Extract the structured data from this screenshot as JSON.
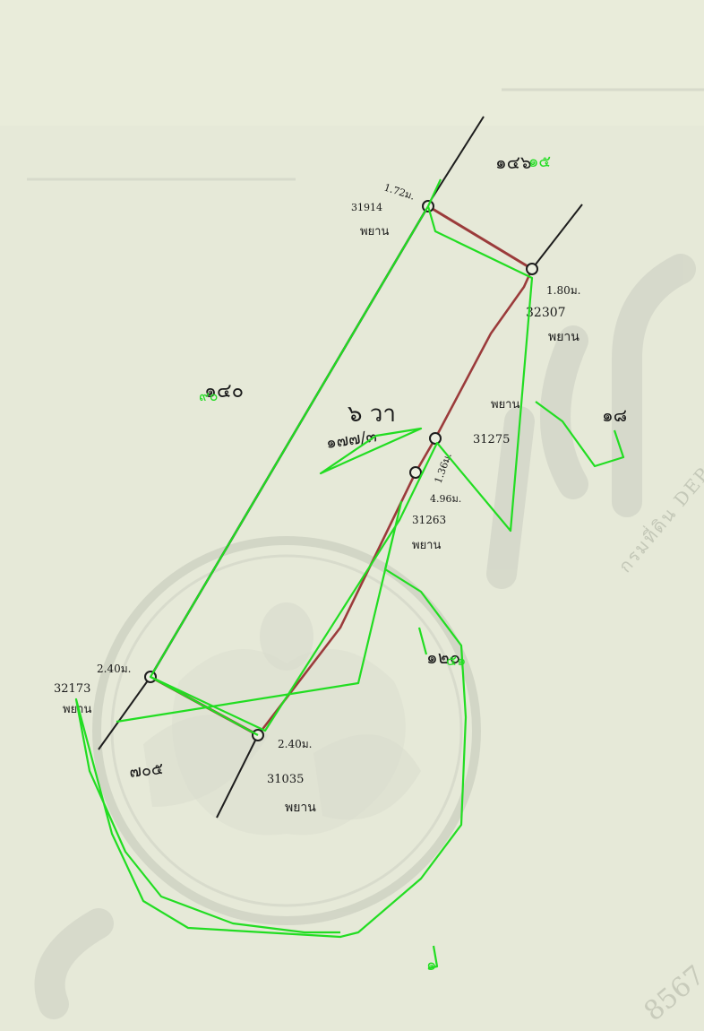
{
  "document": {
    "kind": "cadastral land survey sketch",
    "watermark_text": "กรมที่ดิน DEPARTMENT OF LANDS",
    "stamp_number": "8567",
    "colors": {
      "paper": "#e6e9d8",
      "ink": "#1a1a1a",
      "boundary_red": "#9b3b3b",
      "overlay_green": "#22dd22",
      "watermark": "#c9ccbf"
    }
  },
  "parcel": {
    "number_label": "๑๗๗/๓",
    "area_label": "๖ วา"
  },
  "markers": [
    {
      "distance": "1.72ม.",
      "code": "31914",
      "status": "พยาน"
    },
    {
      "distance": "1.80ม.",
      "code": "32307",
      "status": "พยาน"
    },
    {
      "distance": "1.36ม.",
      "code": "31275",
      "status": "พยาน"
    },
    {
      "distance": "4.96ม.",
      "code": "31263",
      "status": "พยาน"
    },
    {
      "distance": "2.40ม.",
      "code": "32173",
      "status": "พยาน"
    },
    {
      "distance": "2.40ม.",
      "code": "31035",
      "status": "พยาน"
    }
  ],
  "neighbor_labels": [
    "๑๔๖",
    "๑๔๐",
    "๑๘",
    "๑๒๐",
    "๗๐๕"
  ],
  "overlay_labels": [
    "๑๕",
    "๙๐",
    "๕๑",
    "๑"
  ]
}
